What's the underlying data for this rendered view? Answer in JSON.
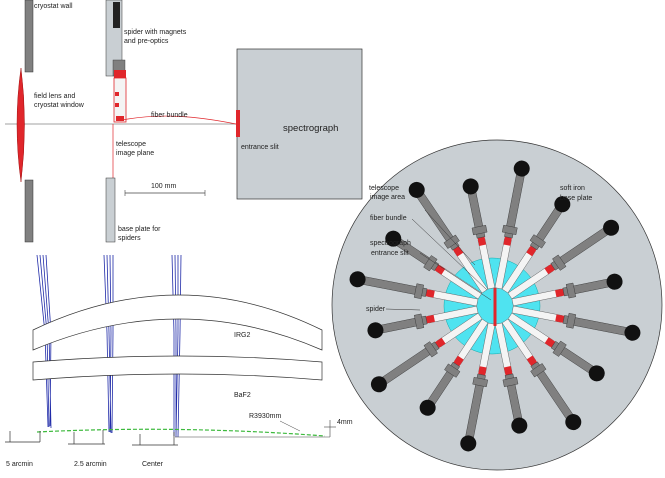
{
  "top_panel": {
    "labels": {
      "cryostat_wall": "cryostat wall",
      "spider_magnets_1": "spider with magnets",
      "spider_magnets_2": "and pre-optics",
      "field_lens_1": "field lens and",
      "field_lens_2": "cryostat window",
      "fiber_bundle": "fiber bundle",
      "telescope_image_1": "telescope",
      "telescope_image_2": "image plane",
      "scale_bar": "100 mm",
      "base_plate_1": "base plate for",
      "base_plate_2": "spiders",
      "spectrograph": "spectrograph",
      "entrance_slit": "entrance slit"
    }
  },
  "lens_panel": {
    "labels": {
      "irg2": "IRG2",
      "baf2": "BaF2",
      "radius": "R3930mm",
      "sag": "4mm",
      "field_5": "5 arcmin",
      "field_25": "2.5 arcmin",
      "field_center": "Center"
    }
  },
  "disk_panel": {
    "spider_count": 16,
    "labels": {
      "telescope_area_1": "telescope",
      "telescope_area_2": "image area",
      "fiber_bundle": "fiber bundle",
      "spectrograph_slit_1": "spectrograph",
      "spectrograph_slit_2": "entrance slit",
      "soft_iron_1": "soft iron",
      "soft_iron_2": "base plate",
      "spider": "spider"
    }
  },
  "colors": {
    "steel": "#808080",
    "panel_grey": "#c9cfd3",
    "lens_red": "#e0262b",
    "ray_blue": "#1f2aa8",
    "cyan": "#4fe3f0",
    "focus_green": "#3cb93c"
  }
}
